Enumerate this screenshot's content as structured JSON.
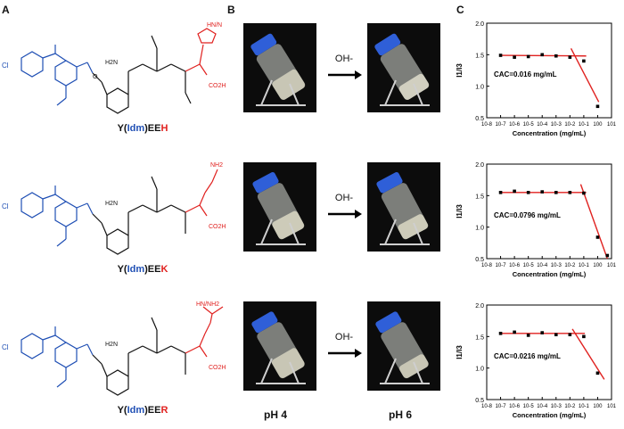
{
  "panel_letters": {
    "a": "A",
    "b": "B",
    "c": "C"
  },
  "molecules": [
    {
      "prefix": "Y(",
      "idm": "Idm",
      "mid": ")EE",
      "last": "H",
      "side_label": "HN/N"
    },
    {
      "prefix": "Y(",
      "idm": "Idm",
      "mid": ")EE",
      "last": "K",
      "side_label": "NH2"
    },
    {
      "prefix": "Y(",
      "idm": "Idm",
      "mid": ")EE",
      "last": "R",
      "side_label": "HN/NH2"
    }
  ],
  "atom_labels": {
    "cl": "Cl",
    "h2n": "H2N",
    "o": "O",
    "n": "N",
    "h": "H",
    "co2h": "CO2H",
    "oh_minus": "OH-"
  },
  "ph_labels": {
    "left": "pH 4",
    "right": "pH 6"
  },
  "colors": {
    "blue": "#1f4fb4",
    "red": "#e0211f",
    "cap": "#2f5fd8",
    "fit": "#e0211f"
  },
  "chart_data": [
    {
      "type": "scatter",
      "ylabel": "I1/I3",
      "xlabel": "Concentration (mg/mL)",
      "x_scale": "log",
      "xlim": [
        1e-08,
        10
      ],
      "ylim": [
        0.5,
        2.0
      ],
      "yticks": [
        "0.5",
        "1.0",
        "1.5",
        "2.0"
      ],
      "xticks": [
        "10-8",
        "10-7",
        "10-6",
        "10-5",
        "10-4",
        "10-3",
        "10-2",
        "10-1",
        "100",
        "101"
      ],
      "annotation": "CAC=0.016 mg/mL",
      "x": [
        1e-07,
        1e-06,
        1e-05,
        0.0001,
        0.001,
        0.01,
        0.1,
        1
      ],
      "y": [
        1.49,
        1.46,
        1.47,
        1.5,
        1.48,
        1.46,
        1.4,
        0.68
      ],
      "fit_lines": [
        [
          [
            1e-07,
            1.49
          ],
          [
            0.15,
            1.48
          ]
        ],
        [
          [
            0.012,
            1.6
          ],
          [
            1.2,
            0.75
          ]
        ]
      ]
    },
    {
      "type": "scatter",
      "ylabel": "I1/I3",
      "xlabel": "Concentration (mg/mL)",
      "x_scale": "log",
      "xlim": [
        1e-08,
        10
      ],
      "ylim": [
        0.5,
        2.0
      ],
      "yticks": [
        "0.5",
        "1.0",
        "1.5",
        "2.0"
      ],
      "xticks": [
        "10-8",
        "10-7",
        "10-6",
        "10-5",
        "10-4",
        "10-3",
        "10-2",
        "10-1",
        "100",
        "101"
      ],
      "annotation": "CAC=0.0796 mg/mL",
      "x": [
        1e-07,
        1e-06,
        1e-05,
        0.0001,
        0.001,
        0.01,
        0.1,
        1,
        5
      ],
      "y": [
        1.55,
        1.57,
        1.55,
        1.56,
        1.55,
        1.55,
        1.54,
        0.84,
        0.55
      ],
      "fit_lines": [
        [
          [
            1e-07,
            1.55
          ],
          [
            0.15,
            1.55
          ]
        ],
        [
          [
            0.06,
            1.68
          ],
          [
            5,
            0.5
          ]
        ]
      ]
    },
    {
      "type": "scatter",
      "ylabel": "I1/I3",
      "xlabel": "Concentration (mg/mL)",
      "x_scale": "log",
      "xlim": [
        1e-08,
        10
      ],
      "ylim": [
        0.5,
        2.0
      ],
      "yticks": [
        "0.5",
        "1.0",
        "1.5",
        "2.0"
      ],
      "xticks": [
        "10-8",
        "10-7",
        "10-6",
        "10-5",
        "10-4",
        "10-3",
        "10-2",
        "10-1",
        "100",
        "101"
      ],
      "annotation": "CAC=0.0216 mg/mL",
      "x": [
        1e-07,
        1e-06,
        1e-05,
        0.0001,
        0.001,
        0.01,
        0.1,
        1
      ],
      "y": [
        1.55,
        1.57,
        1.52,
        1.56,
        1.53,
        1.53,
        1.5,
        0.92
      ],
      "fit_lines": [
        [
          [
            1e-07,
            1.55
          ],
          [
            0.12,
            1.55
          ]
        ],
        [
          [
            0.015,
            1.62
          ],
          [
            3,
            0.82
          ]
        ]
      ]
    }
  ]
}
